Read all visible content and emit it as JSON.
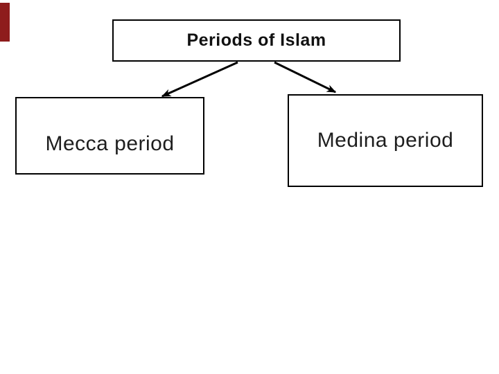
{
  "slide": {
    "background_color": "#ffffff",
    "accent_marker_color": "#8e1c1c",
    "line_color": "#000000"
  },
  "diagram": {
    "root": {
      "label": "Periods of Islam"
    },
    "children": [
      {
        "label": "Mecca period"
      },
      {
        "label": "Medina period"
      }
    ]
  }
}
